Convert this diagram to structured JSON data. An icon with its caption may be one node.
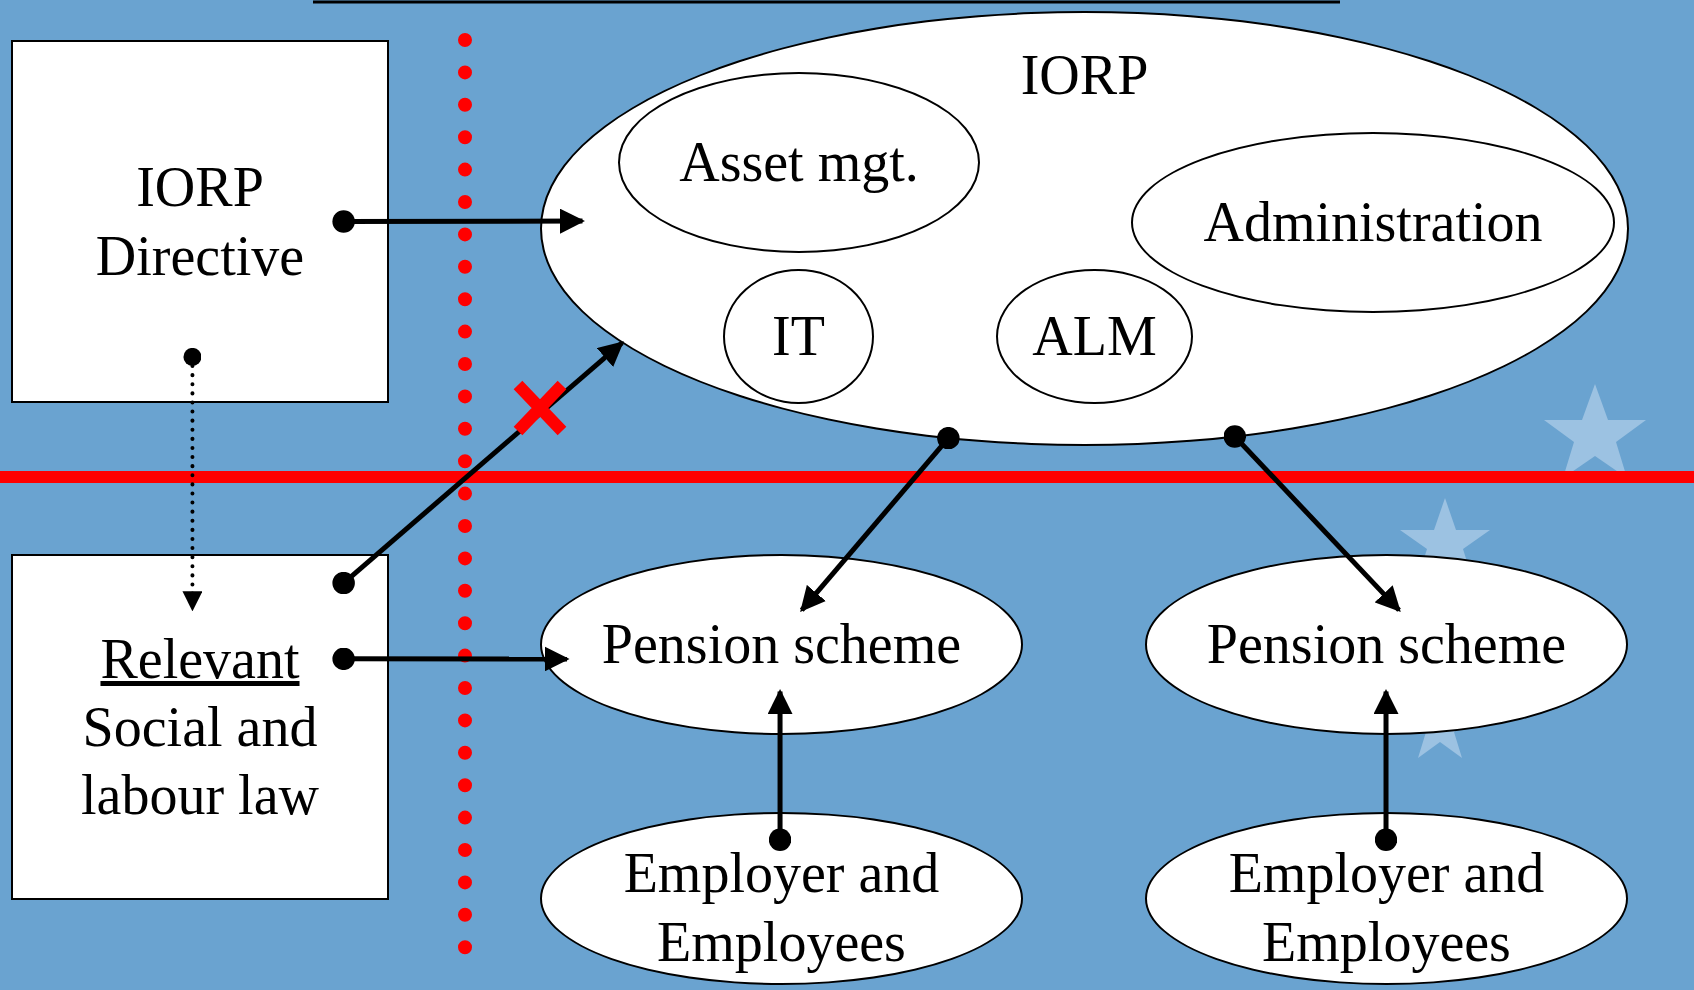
{
  "diagram": {
    "nodes": [
      {
        "text": [
          "IORP Directive"
        ]
      },
      {
        "text": [
          "Relevant",
          "Social and labour law"
        ]
      },
      {
        "text": [
          "IORP"
        ]
      },
      {
        "text": [
          "Asset mgt."
        ],
        "in": 2
      },
      {
        "text": [
          "Administration"
        ],
        "in": 2
      },
      {
        "text": [
          "IT"
        ],
        "in": 2
      },
      {
        "text": [
          "ALM"
        ],
        "in": 2
      },
      {
        "text": [
          "Pension scheme"
        ]
      },
      {
        "text": [
          "Pension scheme"
        ]
      },
      {
        "text": [
          "Employer and Employees"
        ]
      },
      {
        "text": [
          "Employer and Employees"
        ]
      }
    ],
    "edges": [
      {
        "from": 0,
        "to": 2,
        "arrow": "to"
      },
      {
        "from": 1,
        "to": 2,
        "arrow": "to"
      },
      {
        "from": 0,
        "to": 1,
        "arrow": "to",
        "style": "dashed"
      },
      {
        "from": 1,
        "to": 7,
        "arrow": "to"
      },
      {
        "from": 2,
        "to": 7,
        "arrow": "to"
      },
      {
        "from": 2,
        "to": 8,
        "arrow": "to"
      },
      {
        "from": 9,
        "to": 7,
        "arrow": "to"
      },
      {
        "from": 10,
        "to": 8,
        "arrow": "to"
      }
    ]
  }
}
